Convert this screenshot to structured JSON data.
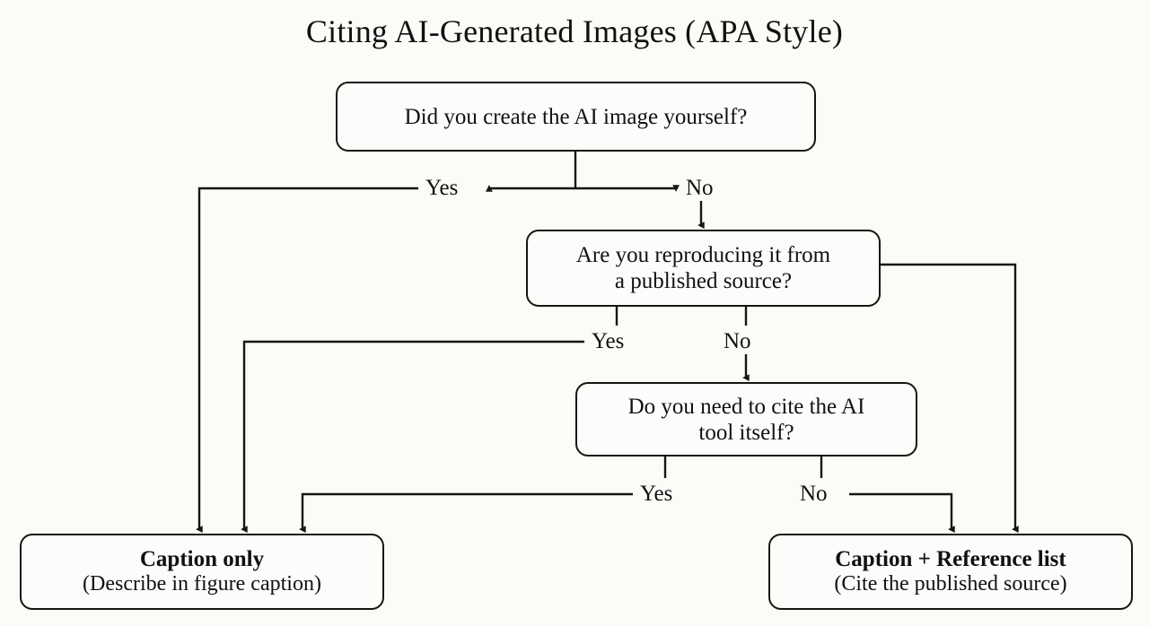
{
  "title": "Citing AI-Generated Images (APA Style)",
  "colors": {
    "background": "#fbfbf8",
    "node_fill": "#fcfcfa",
    "stroke": "#17150f",
    "text": "#111111"
  },
  "nodes": [
    {
      "id": "create",
      "type": "decision",
      "line1": "Did you create the AI image yourself?",
      "line2": ""
    },
    {
      "id": "reproducing",
      "type": "decision",
      "line1": "Are you reproducing it from",
      "line2": "a published source?"
    },
    {
      "id": "cite_tool",
      "type": "decision",
      "line1": "Do you need to cite the AI",
      "line2": "tool itself?"
    },
    {
      "id": "caption_only",
      "type": "terminal",
      "line1": "Caption only",
      "line2": "(Describe in figure caption)"
    },
    {
      "id": "caption_reference",
      "type": "terminal",
      "line1": "Caption + Reference list",
      "line2": "(Cite the published source)"
    }
  ],
  "edges": [
    {
      "id": "yes1",
      "label": "Yes",
      "from": "create",
      "to": "caption_only"
    },
    {
      "id": "no1",
      "label": "No",
      "from": "create",
      "to": "reproducing"
    },
    {
      "id": "yes2",
      "label": "Yes",
      "from": "reproducing",
      "to": "caption_only"
    },
    {
      "id": "no2",
      "label": "No",
      "from": "reproducing",
      "to": "cite_tool"
    },
    {
      "id": "yes3",
      "label": "Yes",
      "from": "cite_tool",
      "to": "caption_only"
    },
    {
      "id": "no3",
      "label": "No",
      "from": "cite_tool",
      "to": "caption_reference"
    },
    {
      "id": "reproducing_right",
      "label": "",
      "from": "reproducing",
      "to": "caption_reference"
    }
  ]
}
